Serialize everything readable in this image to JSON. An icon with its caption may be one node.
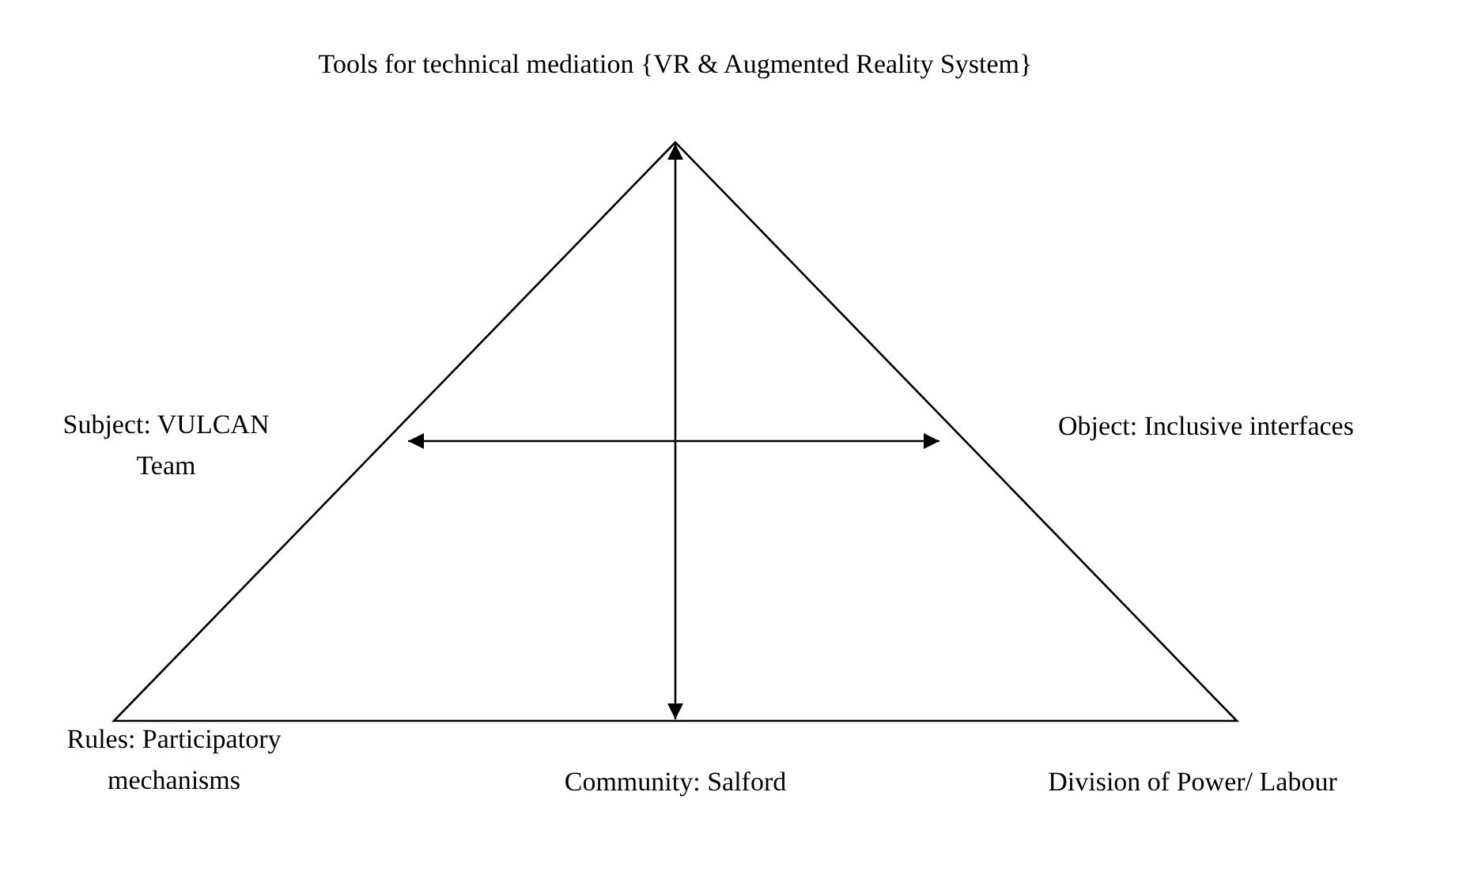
{
  "diagram": {
    "nodes": [
      {
        "text": [
          "Tools for technical mediation {VR & Augmented Reality System}"
        ]
      },
      {
        "text": [
          "Subject: VULCAN Team"
        ]
      },
      {
        "text": [
          "Object: Inclusive interfaces"
        ]
      },
      {
        "text": [
          "Rules: Participatory mechanisms"
        ]
      },
      {
        "text": [
          "Community: Salford"
        ]
      },
      {
        "text": [
          "Division of Power/ Labour"
        ]
      }
    ],
    "edges": [
      {
        "from": 0,
        "to": 4,
        "arrow": "both"
      },
      {
        "from": 1,
        "to": 2,
        "arrow": "both"
      }
    ]
  }
}
